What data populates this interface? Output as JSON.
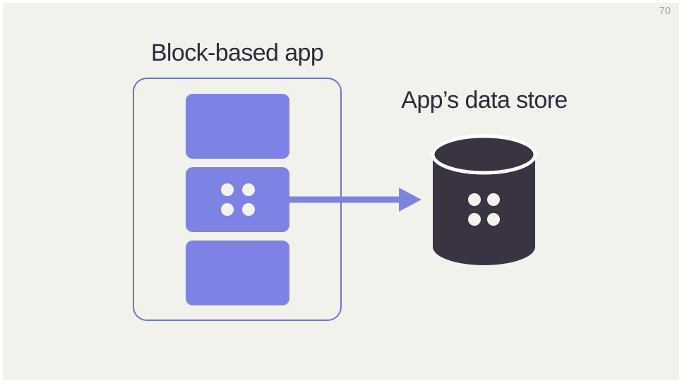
{
  "slide": {
    "number": "70"
  },
  "app": {
    "title": "Block-based app",
    "block_count": 3
  },
  "datastore": {
    "title": "App’s data store"
  },
  "icons": {
    "dots": "four-dot data glyph",
    "arrow": "right arrow",
    "database": "cylinder database"
  },
  "colors": {
    "frame": "#ffffff",
    "background": "#f1f2ec",
    "title_text": "#2e2a3b",
    "block_fill": "#7f82e5",
    "container_border": "#6e76cb",
    "arrow": "#7f83de",
    "datastore_fill": "#3a3442",
    "dot_fill": "#f3f3ee",
    "separator": "#ffffff",
    "slide_number_text": "#a8a79e"
  }
}
